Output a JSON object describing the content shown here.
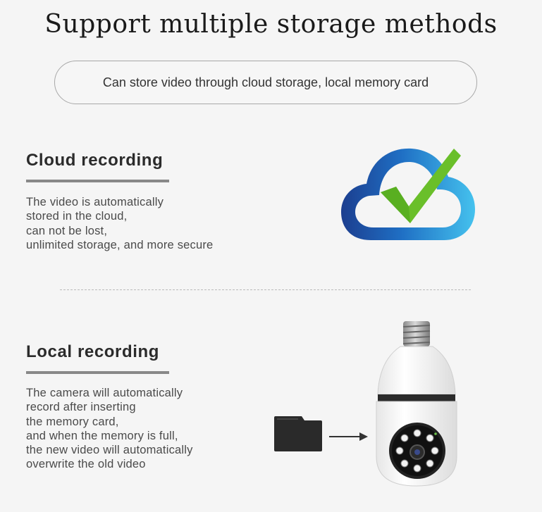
{
  "title": "Support multiple storage methods",
  "subtitle": "Can store video through cloud storage, local memory card",
  "sections": [
    {
      "heading": "Cloud recording",
      "lines": [
        "The video is automatically",
        "stored in the cloud,",
        "can not be lost,",
        "unlimited storage, and more secure"
      ],
      "icon": "cloud-check-icon"
    },
    {
      "heading": "Local recording",
      "lines": [
        "The camera will automatically",
        "record after inserting",
        "the memory card,",
        "and when the memory is full,",
        "the new video will automatically",
        "overwrite the old video"
      ],
      "icon": "bulb-camera-icon"
    }
  ],
  "colors": {
    "background": "#f5f5f5",
    "cloud_dark_blue": "#1c3e8f",
    "cloud_light_blue": "#3db7e8",
    "check_green": "#6abf2a"
  }
}
